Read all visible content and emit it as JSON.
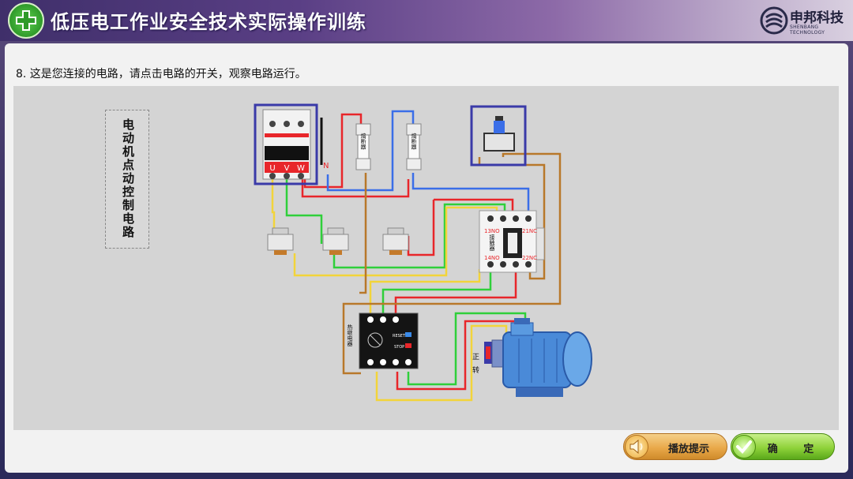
{
  "header": {
    "title": "低压电工作业安全技术实际操作训练",
    "brand_name": "申邦科技",
    "brand_sub": "SHENBANG TECHNOLOGY"
  },
  "question": {
    "prompt": "8. 这是您连接的电路，请点击电路的开关，观察电路运行。"
  },
  "diagram": {
    "title": "电动机点动控制电路",
    "breaker_phases": [
      "U",
      "V",
      "W"
    ],
    "neutral_label": "N",
    "fuse_label": "熔断器",
    "contactor_label": "接触器",
    "contactor_terminals": [
      "13NO",
      "21NC",
      "14NO",
      "22NC"
    ],
    "relay_label": "热继电器",
    "relay_reset": "RESET",
    "relay_stop": "STOP",
    "motor_direction": "正转",
    "colors": {
      "red": "#e8262a",
      "blue": "#3a6ee8",
      "green": "#2fcf3a",
      "yellow": "#f2d43a",
      "brown": "#b8782a",
      "frame": "#3a3aa8"
    }
  },
  "buttons": {
    "hint": "播放提示",
    "hint_icon": "speaker-icon",
    "confirm": "确 定",
    "confirm_icon": "checkmark-icon"
  }
}
